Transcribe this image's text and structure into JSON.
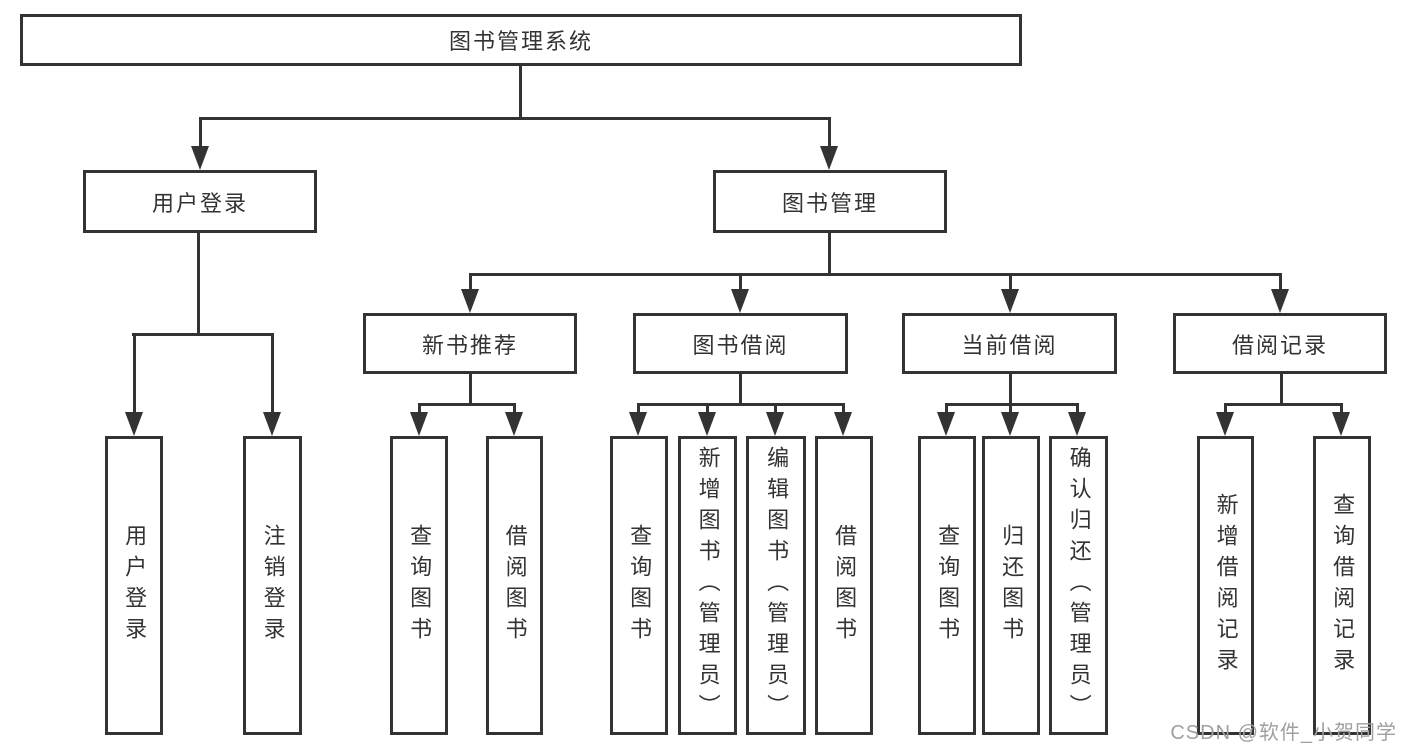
{
  "tree": {
    "label": "图书管理系统",
    "children": [
      {
        "label": "用户登录",
        "children": [
          {
            "label": "用户登录"
          },
          {
            "label": "注销登录"
          }
        ]
      },
      {
        "label": "图书管理",
        "children": [
          {
            "label": "新书推荐",
            "children": [
              {
                "label": "查询图书"
              },
              {
                "label": "借阅图书"
              }
            ]
          },
          {
            "label": "图书借阅",
            "children": [
              {
                "label": "查询图书"
              },
              {
                "label": "新增图书（管理员）"
              },
              {
                "label": "编辑图书（管理员）"
              },
              {
                "label": "借阅图书"
              }
            ]
          },
          {
            "label": "当前借阅",
            "children": [
              {
                "label": "查询图书"
              },
              {
                "label": "归还图书"
              },
              {
                "label": "确认归还（管理员）"
              }
            ]
          },
          {
            "label": "借阅记录",
            "children": [
              {
                "label": "新增借阅记录"
              },
              {
                "label": "查询借阅记录"
              }
            ]
          }
        ]
      }
    ]
  },
  "watermark": {
    "text": "CSDN @软件_小贺同学"
  },
  "colors": {
    "line": "#333333",
    "text": "#333333",
    "background": "#ffffff",
    "watermark": "#a0a0a0"
  }
}
